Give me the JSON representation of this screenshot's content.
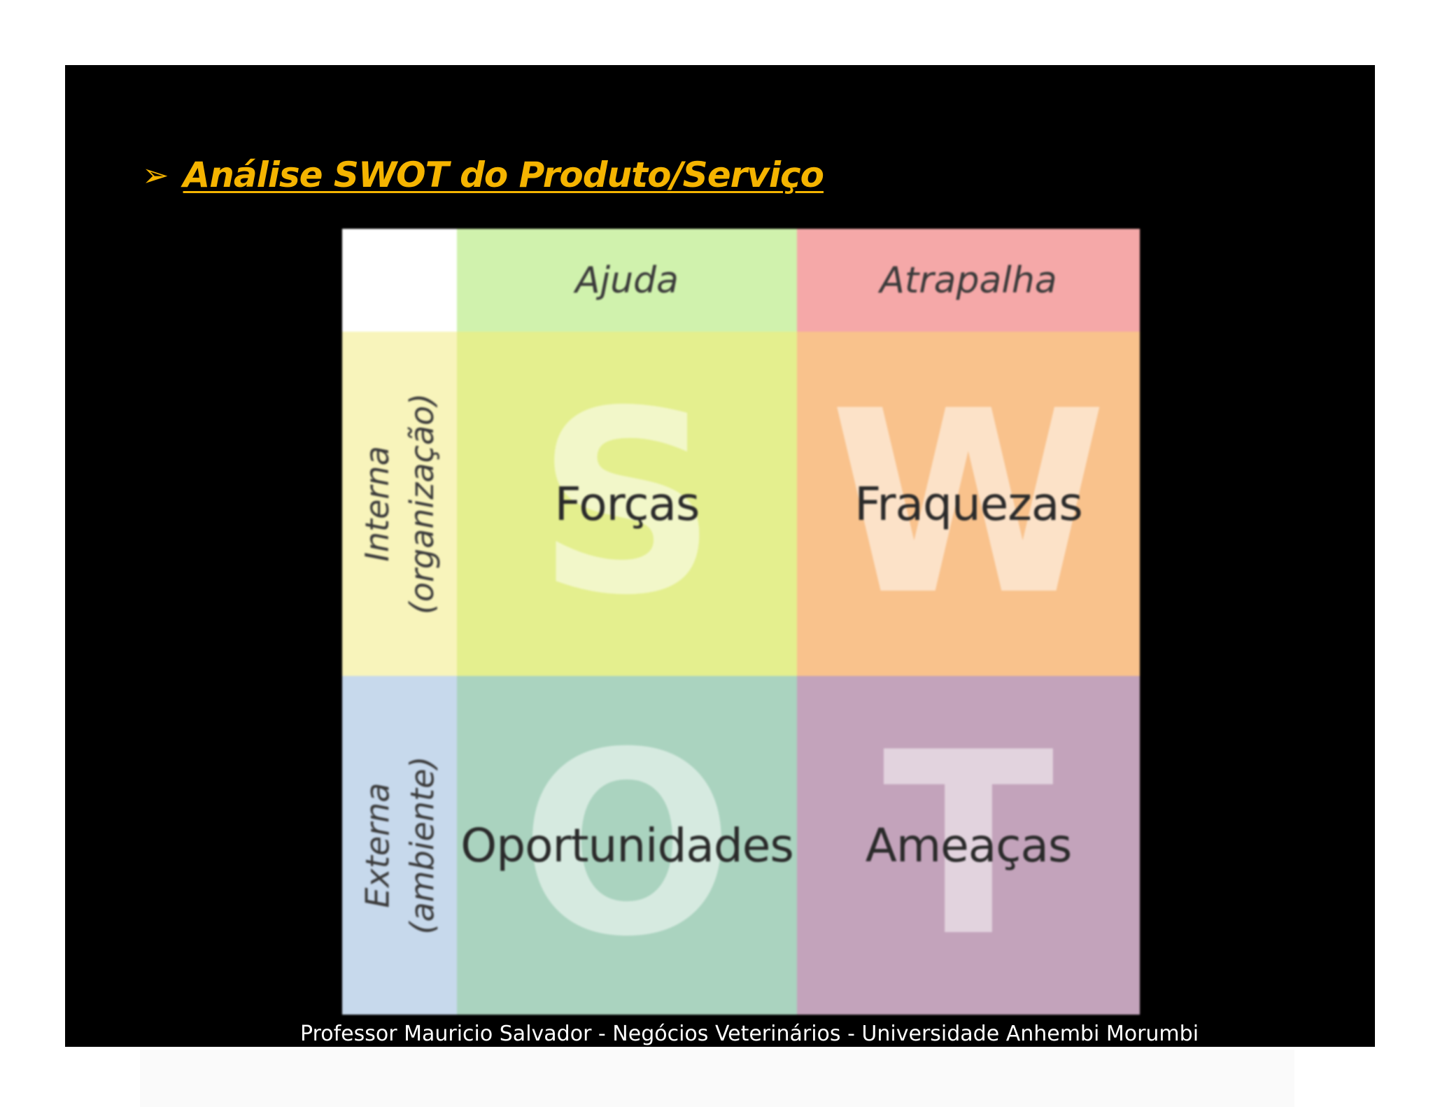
{
  "title": {
    "bullet": "➢",
    "text": "Análise SWOT do Produto/Serviço"
  },
  "swot": {
    "columns": [
      "Ajuda",
      "Atrapalha"
    ],
    "rows": [
      [
        "Interna",
        "(organização)"
      ],
      [
        "Externa",
        "(ambiente)"
      ]
    ],
    "quadrants": [
      {
        "letter": "S",
        "label": "Forças"
      },
      {
        "letter": "W",
        "label": "Fraquezas"
      },
      {
        "letter": "O",
        "label": "Oportunidades"
      },
      {
        "letter": "T",
        "label": "Ameaças"
      }
    ],
    "colors": {
      "corner": "#ffffff",
      "col_help": "#d0f2ad",
      "col_hinder": "#f5a8a8",
      "row_internal": "#f8f4bb",
      "row_external": "#c7d9ec",
      "strengths": "#e4ef8e",
      "weaknesses": "#f9c28c",
      "opportunities": "#aad3bf",
      "threats": "#c3a3bb"
    }
  },
  "footer": "Professor Mauricio Salvador - Negócios Veterinários - Universidade Anhembi Morumbi"
}
